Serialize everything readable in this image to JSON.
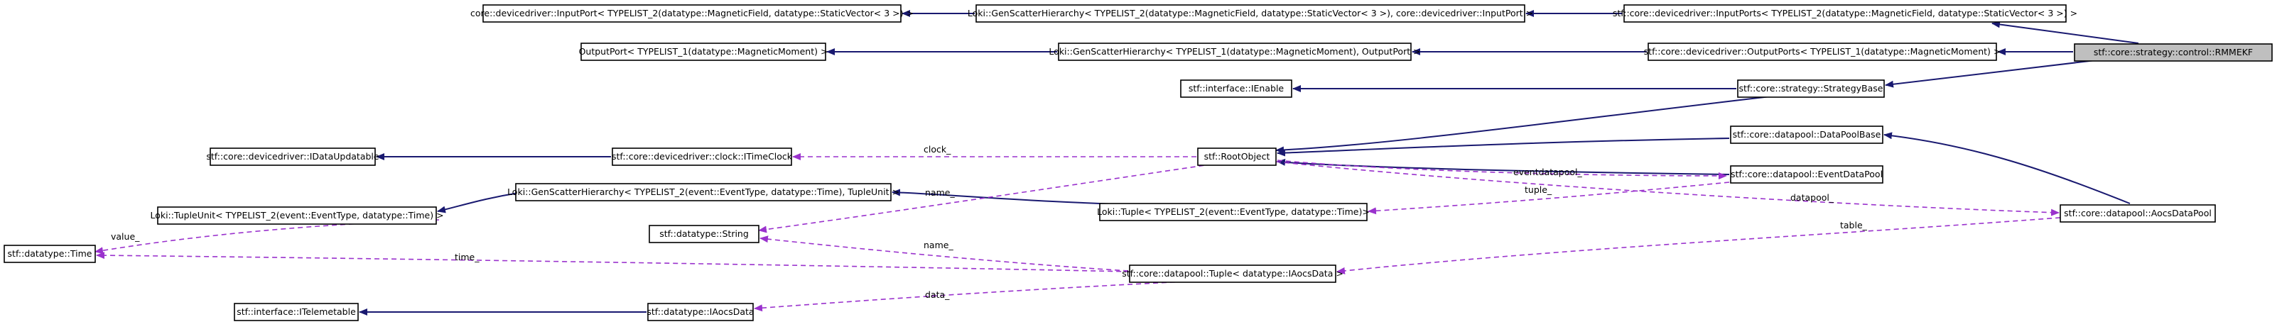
{
  "diagram": {
    "nodes": [
      {
        "id": "rmmekf",
        "label": "stf::core::strategy::control::RMMEKF",
        "focus": true
      },
      {
        "id": "inputports",
        "label": "stf::core::devicedriver::InputPorts< TYPELIST_2(datatype::MagneticField, datatype::StaticVector< 3 >) >"
      },
      {
        "id": "gsh_in",
        "label": "Loki::GenScatterHierarchy< TYPELIST_2(datatype::MagneticField, datatype::StaticVector< 3 >), core::devicedriver::InputPort >"
      },
      {
        "id": "inputport",
        "label": "core::devicedriver::InputPort< TYPELIST_2(datatype::MagneticField, datatype::StaticVector< 3 >) >"
      },
      {
        "id": "outputports",
        "label": "stf::core::devicedriver::OutputPorts< TYPELIST_1(datatype::MagneticMoment) >"
      },
      {
        "id": "gsh_out",
        "label": "Loki::GenScatterHierarchy< TYPELIST_1(datatype::MagneticMoment), OutputPort >"
      },
      {
        "id": "outputport",
        "label": "OutputPort< TYPELIST_1(datatype::MagneticMoment) >"
      },
      {
        "id": "strategybase",
        "label": "stf::core::strategy::StrategyBase"
      },
      {
        "id": "ienable",
        "label": "stf::interface::IEnable"
      },
      {
        "id": "rootobject",
        "label": "stf::RootObject"
      },
      {
        "id": "itimeclock",
        "label": "stf::core::devicedriver::clock::ITimeClock"
      },
      {
        "id": "idataupdatable",
        "label": "stf::core::devicedriver::IDataUpdatable"
      },
      {
        "id": "datapoolbase",
        "label": "stf::core::datapool::DataPoolBase"
      },
      {
        "id": "eventdatapool",
        "label": "stf::core::datapool::EventDataPool"
      },
      {
        "id": "aocsdatapool",
        "label": "stf::core::datapool::AocsDataPool"
      },
      {
        "id": "gsh_event",
        "label": "Loki::GenScatterHierarchy< TYPELIST_2(event::EventType, datatype::Time), TupleUnit >"
      },
      {
        "id": "tupleunit",
        "label": "Loki::TupleUnit< TYPELIST_2(event::EventType, datatype::Time) >"
      },
      {
        "id": "lokituple",
        "label": "Loki::Tuple< TYPELIST_2(event::EventType, datatype::Time)>"
      },
      {
        "id": "string",
        "label": "stf::datatype::String"
      },
      {
        "id": "time",
        "label": "stf::datatype::Time"
      },
      {
        "id": "datapooltuple",
        "label": "stf::core::datapool::Tuple< datatype::IAocsData >"
      },
      {
        "id": "iaocsdata",
        "label": "stf::datatype::IAocsData"
      },
      {
        "id": "itelemetable",
        "label": "stf::interface::ITelemetable"
      }
    ],
    "edge_labels": {
      "clock": "clock_",
      "eventdatapool": "eventdatapool_",
      "tuple": "tuple_",
      "datapool": "datapool_",
      "table": "table_",
      "name1": "name_",
      "name2": "name_",
      "value": "value_",
      "time": "time_",
      "data": "data_"
    },
    "colors": {
      "inheritance": "#191970",
      "usage": "#9a32cd",
      "focus_fill": "#bfbfbf"
    }
  }
}
